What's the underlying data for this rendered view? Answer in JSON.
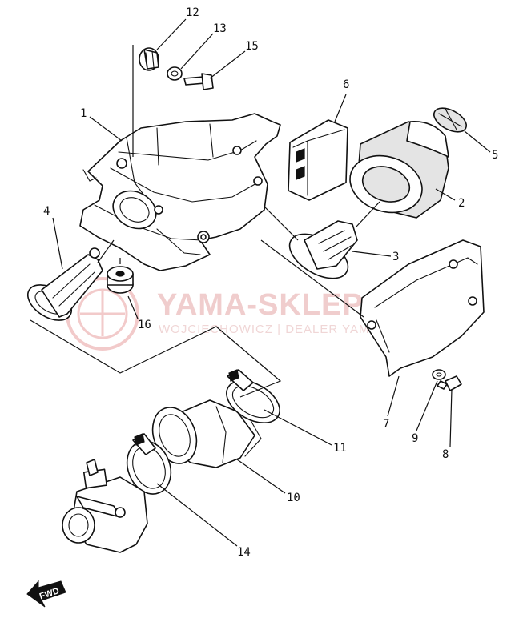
{
  "watermark": {
    "brand": "YAMA-SKLEP.PL",
    "tagline": "WOJCIECHOWICZ | DEALER YAMAHA"
  },
  "direction_marker": "FWD",
  "callouts": {
    "c1": "1",
    "c2": "2",
    "c3": "3",
    "c4": "4",
    "c5": "5",
    "c6": "6",
    "c7": "7",
    "c8": "8",
    "c9": "9",
    "c10": "10",
    "c11": "11",
    "c12": "12",
    "c13": "13",
    "c14": "14",
    "c15": "15",
    "c16": "16"
  }
}
